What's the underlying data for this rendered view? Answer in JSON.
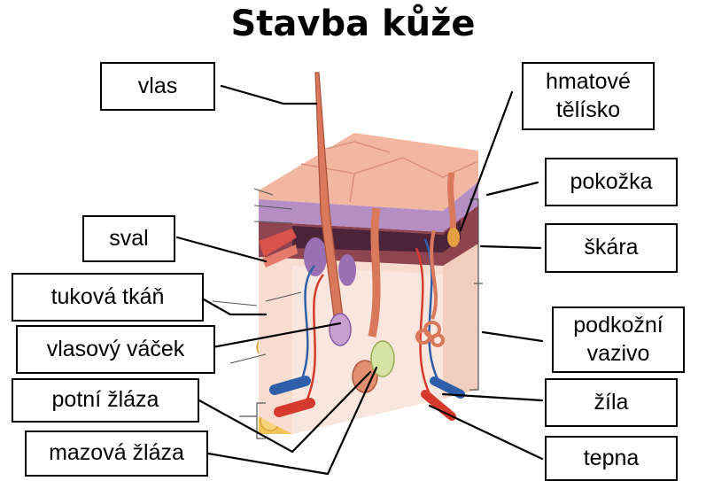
{
  "title": "Stavba kůže",
  "labels": {
    "vlas": "vlas",
    "hmatove_1": "hmatové",
    "hmatove_2": "tělísko",
    "pokozka": "pokožka",
    "sval": "sval",
    "skara": "škára",
    "tukova_tkan": "tuková tkáň",
    "podkozni_1": "podkožní",
    "podkozni_2": "vazivo",
    "vlasovy_vacek": "vlasový váček",
    "potni_zlaza": "potní žláza",
    "zila": "žíla",
    "mazova_zlaza": "mazová žláza",
    "tepna": "tepna"
  },
  "colors": {
    "epidermis": "#f2b7a0",
    "dermis": "#f7dccf",
    "fat": "#f2c55a",
    "hair": "#d9785a",
    "vein": "#2f5fa8",
    "artery": "#d63a2e",
    "muscle": "#d9534a"
  }
}
